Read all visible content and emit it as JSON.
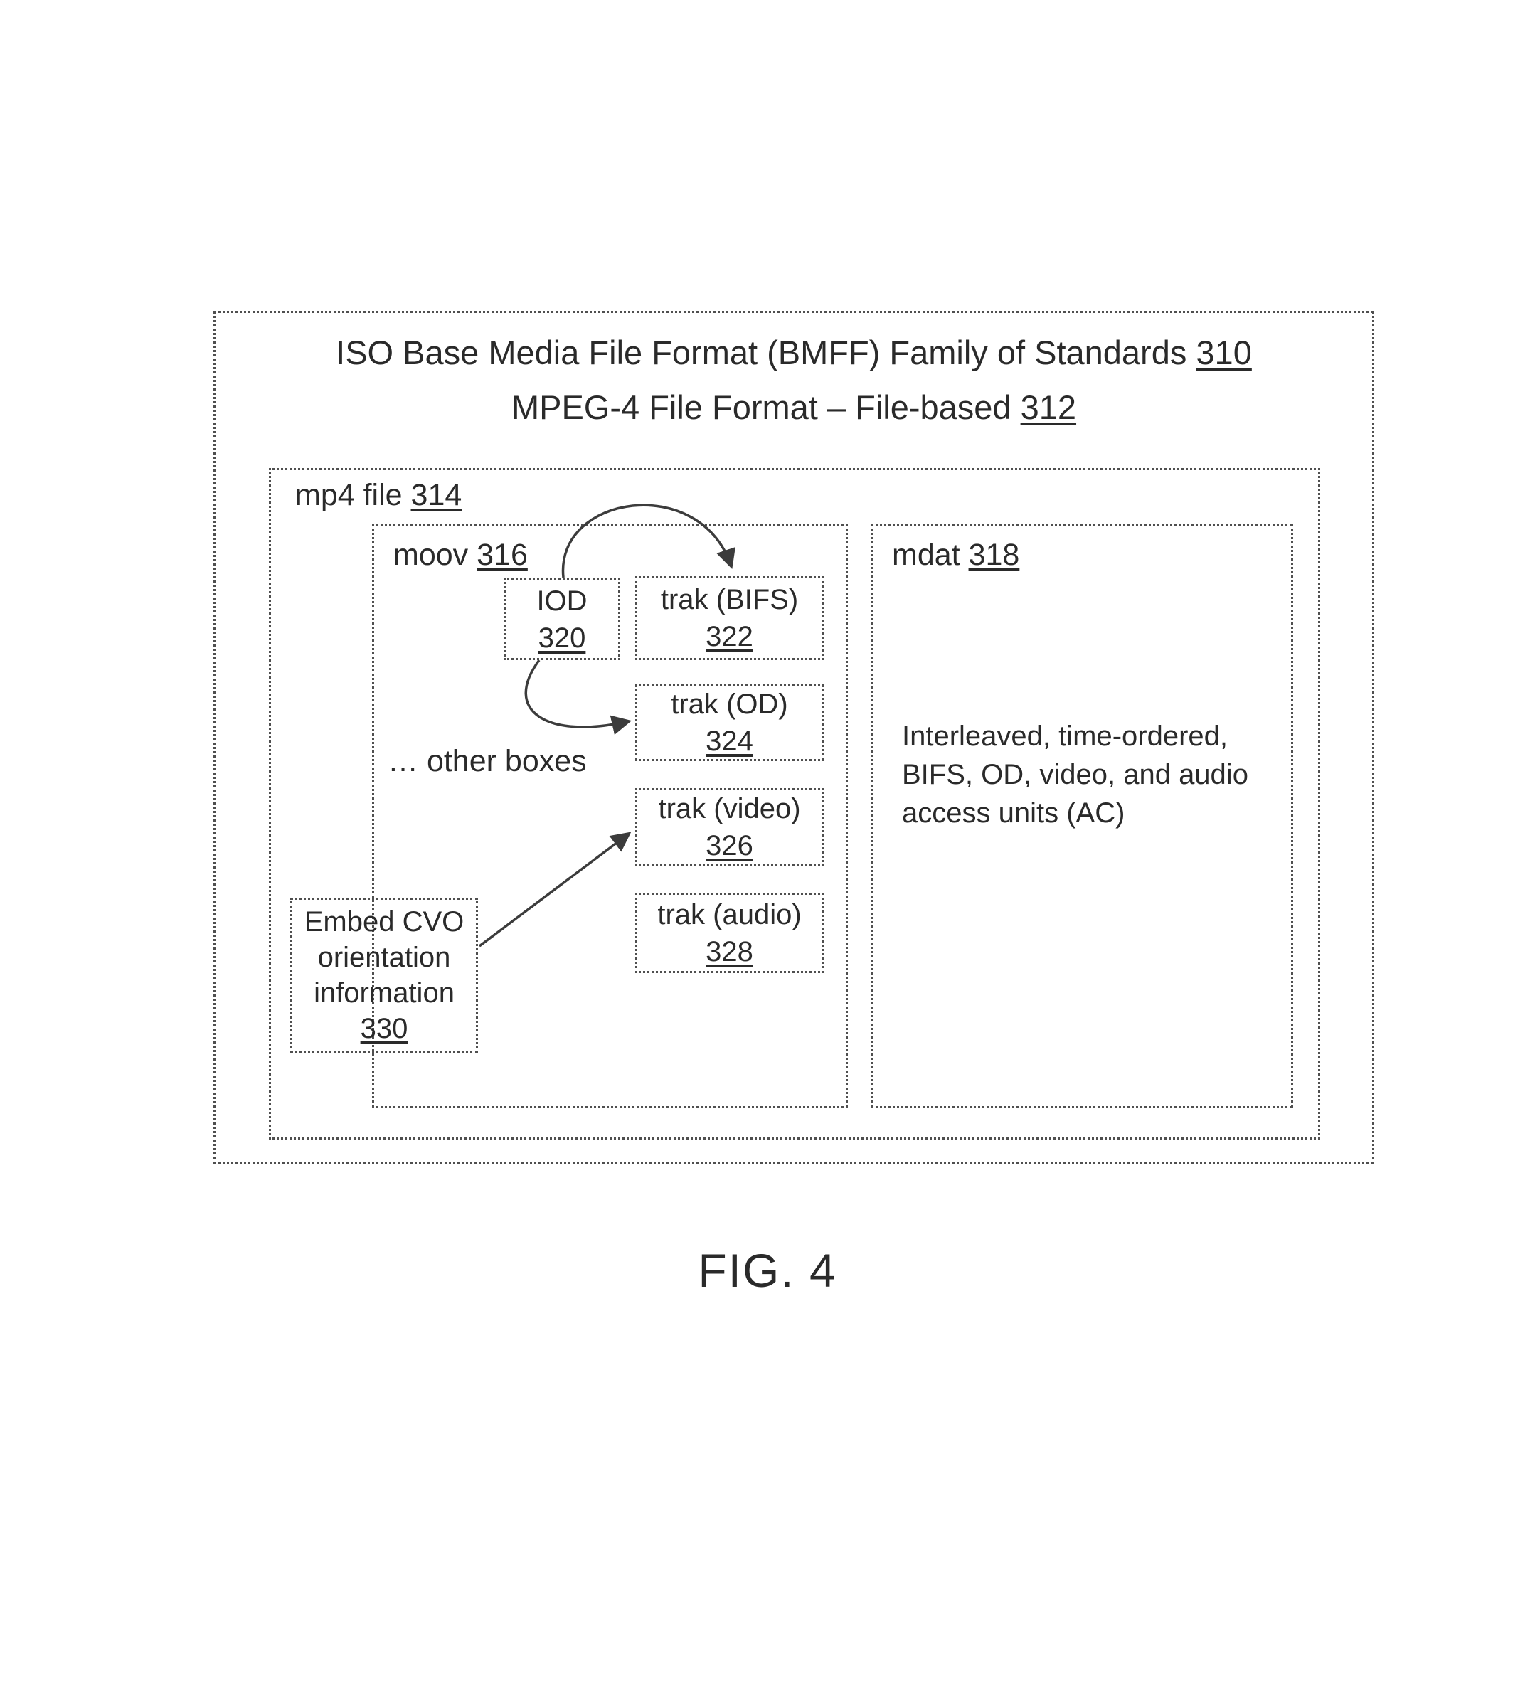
{
  "outer": {
    "title_line1": "ISO Base Media File Format (BMFF) Family of Standards",
    "title_line1_ref": "310",
    "title_line2": "MPEG-4 File Format – File-based",
    "title_line2_ref": "312"
  },
  "mp4_file": {
    "label": "mp4 file",
    "ref": "314"
  },
  "moov": {
    "label": "moov",
    "ref": "316",
    "other_boxes_note": "… other boxes"
  },
  "iod": {
    "label": "IOD",
    "ref": "320"
  },
  "trak_bifs": {
    "label": "trak (BIFS)",
    "ref": "322"
  },
  "trak_od": {
    "label": "trak (OD)",
    "ref": "324"
  },
  "trak_video": {
    "label": "trak (video)",
    "ref": "326"
  },
  "trak_audio": {
    "label": "trak (audio)",
    "ref": "328"
  },
  "embed_cvo": {
    "line1": "Embed CVO",
    "line2": "orientation",
    "line3": "information",
    "ref": "330"
  },
  "mdat": {
    "label": "mdat",
    "ref": "318",
    "description": "Interleaved, time-ordered, BIFS, OD, video, and audio access units (AC)"
  },
  "caption": "FIG. 4"
}
